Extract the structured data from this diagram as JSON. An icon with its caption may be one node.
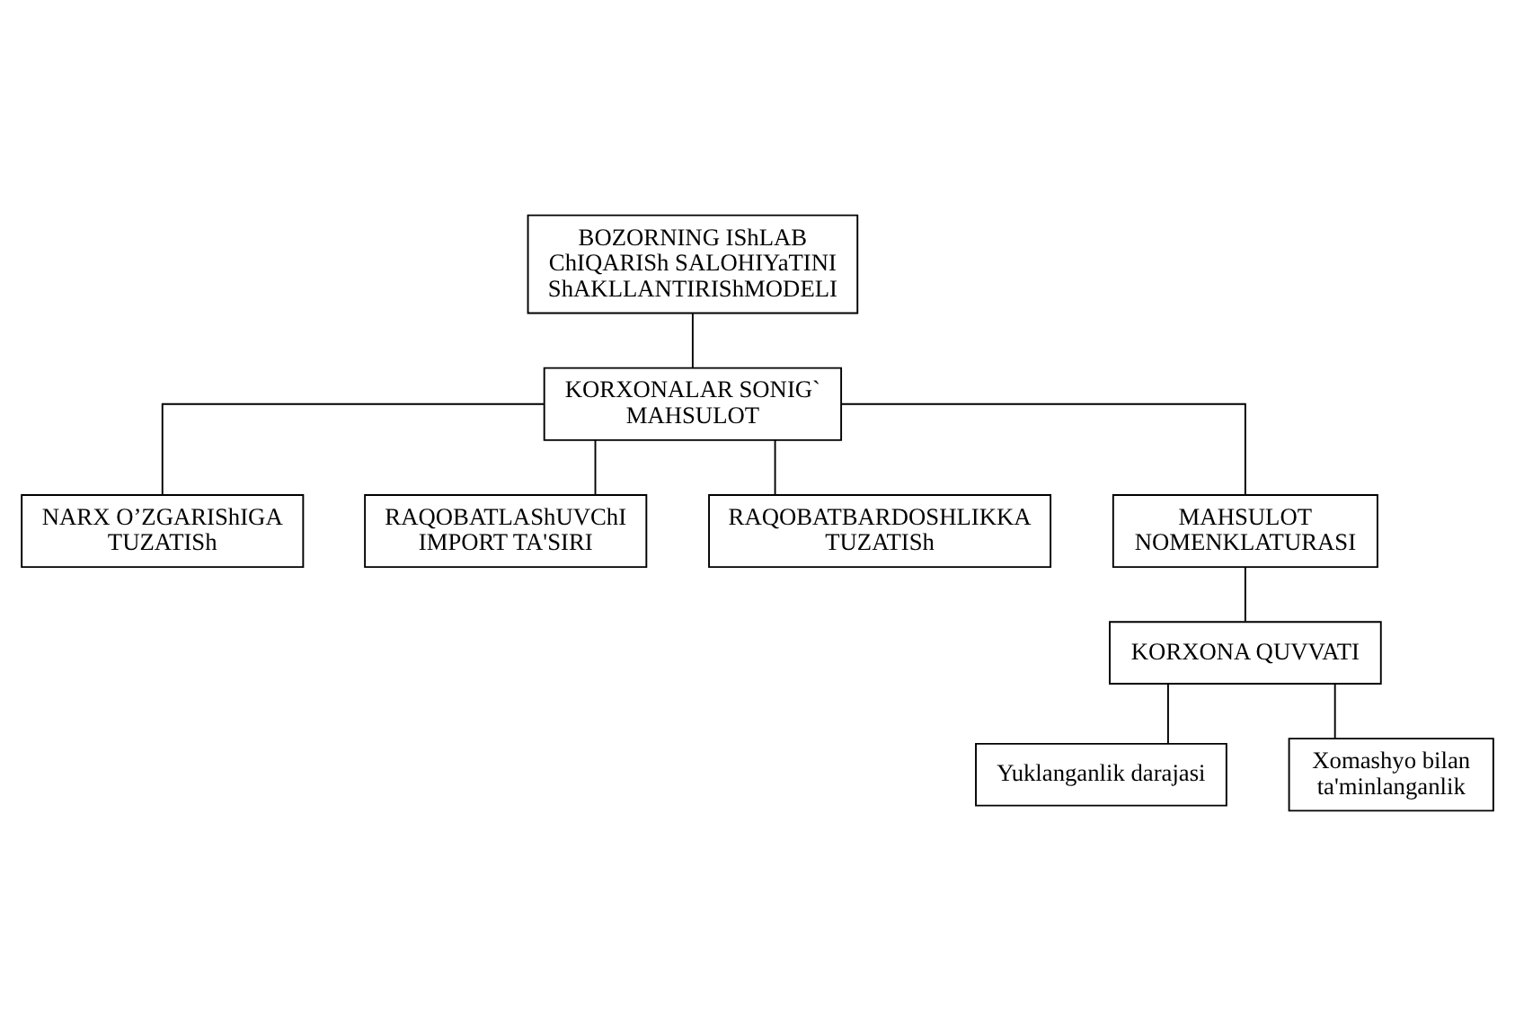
{
  "diagram": {
    "nodes": [
      {
        "text": [
          "BOZORNING IShLAB ChIQARISh SALOHIYaTINI ShAKLLANTIRIShMODELI"
        ]
      },
      {
        "text": [
          "NARX O’ZGARIShIGA TUZATISh"
        ]
      },
      {
        "text": [
          "KORXONALAR SONIG` MAHSULOT"
        ]
      },
      {
        "text": [
          "RAQOBATLAShUVChI IMPORT TA'SIRI"
        ]
      },
      {
        "text": [
          "RAQOBATBARDOSHLIKKA TUZATISh"
        ]
      },
      {
        "text": [
          "MAHSULOT NOMENKLATURASI"
        ]
      },
      {
        "text": [
          "KORXONA QUVVATI"
        ]
      },
      {
        "text": [
          "Yuklanganlik darajasi"
        ]
      },
      {
        "text": [
          "Xomashyo bilan ta'minlanganlik"
        ]
      }
    ],
    "edges": [
      {
        "from": 0,
        "to": 2,
        "arrow": "none"
      },
      {
        "from": 2,
        "to": 1,
        "arrow": "none"
      },
      {
        "from": 2,
        "to": 3,
        "arrow": "none"
      },
      {
        "from": 2,
        "to": 4,
        "arrow": "none"
      },
      {
        "from": 2,
        "to": 5,
        "arrow": "none"
      },
      {
        "from": 5,
        "to": 6,
        "arrow": "none"
      },
      {
        "from": 6,
        "to": 7,
        "arrow": "none"
      },
      {
        "from": 6,
        "to": 8,
        "arrow": "none"
      }
    ]
  }
}
